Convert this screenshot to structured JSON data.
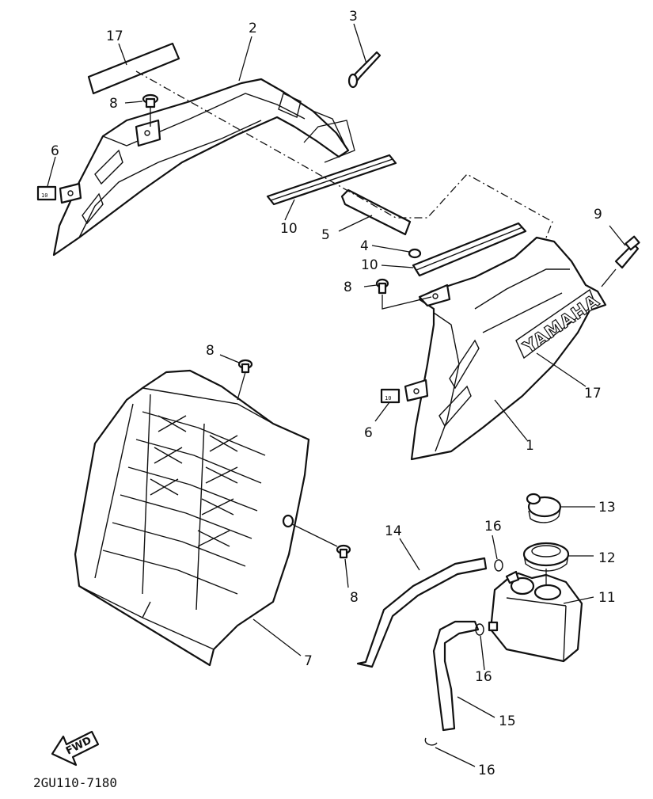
{
  "diagram": {
    "drawing_code": "2GU110-7180",
    "direction_arrow_label": "FWD",
    "brand_text": "YAMAHA",
    "callouts": [
      {
        "id": "c17a",
        "label": "17"
      },
      {
        "id": "c2",
        "label": "2"
      },
      {
        "id": "c3",
        "label": "3"
      },
      {
        "id": "c8a",
        "label": "8"
      },
      {
        "id": "c6a",
        "label": "6"
      },
      {
        "id": "c10a",
        "label": "10"
      },
      {
        "id": "c5",
        "label": "5"
      },
      {
        "id": "c4",
        "label": "4"
      },
      {
        "id": "c10b",
        "label": "10"
      },
      {
        "id": "c8b",
        "label": "8"
      },
      {
        "id": "c9",
        "label": "9"
      },
      {
        "id": "c17b",
        "label": "17"
      },
      {
        "id": "c8c",
        "label": "8"
      },
      {
        "id": "c6b",
        "label": "6"
      },
      {
        "id": "c1",
        "label": "1"
      },
      {
        "id": "c13",
        "label": "13"
      },
      {
        "id": "c14",
        "label": "14"
      },
      {
        "id": "c16a",
        "label": "16"
      },
      {
        "id": "c12",
        "label": "12"
      },
      {
        "id": "c8d",
        "label": "8"
      },
      {
        "id": "c11",
        "label": "11"
      },
      {
        "id": "c7",
        "label": "7"
      },
      {
        "id": "c16b",
        "label": "16"
      },
      {
        "id": "c15",
        "label": "15"
      },
      {
        "id": "c16c",
        "label": "16"
      }
    ]
  }
}
